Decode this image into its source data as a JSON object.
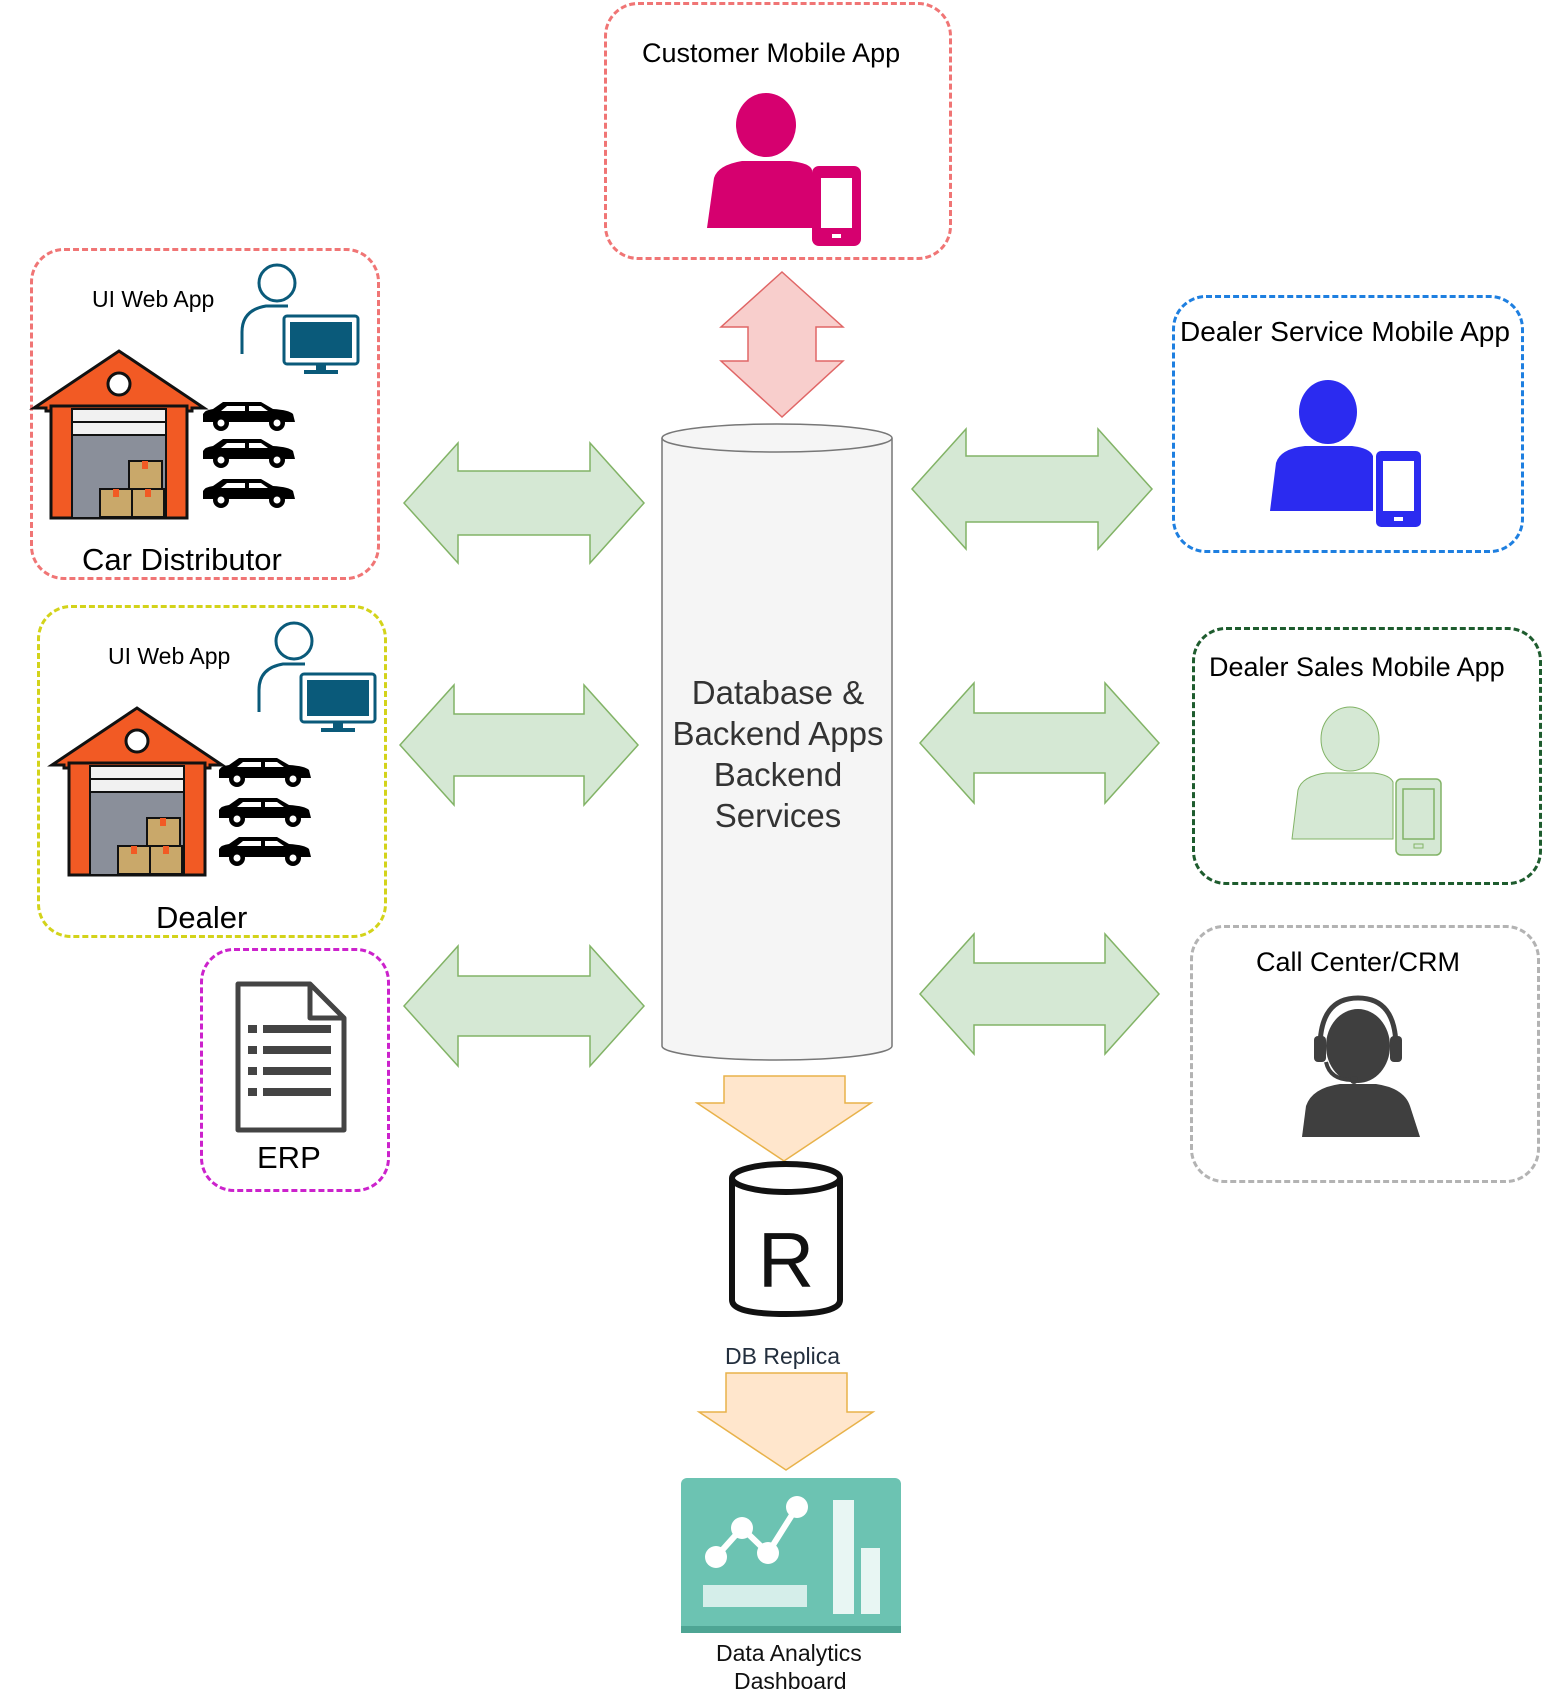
{
  "colors": {
    "customer_border": "#f07575",
    "distributor_border": "#f07575",
    "dealer_border": "#d3d31a",
    "erp_border": "#cc22cc",
    "service_border": "#1e7fe0",
    "sales_border": "#1e5c2e",
    "callcenter_border": "#b3b3b3",
    "arrow_green_fill": "#d5e8d4",
    "arrow_green_stroke": "#82b366",
    "arrow_pink_fill": "#f8cecc",
    "arrow_pink_stroke": "#e06666",
    "arrow_orange_fill": "#ffe6cc",
    "arrow_orange_stroke": "#e8b24a",
    "customer_icon": "#d6006f",
    "service_icon": "#2b2bf0",
    "sales_icon": "#d5e8d4",
    "dashboard_bg": "#6cc3b2"
  },
  "nodes": {
    "customer_app": {
      "title": "Customer Mobile App",
      "icon": "user-mobile-icon"
    },
    "car_distributor": {
      "web_label": "UI Web App",
      "title": "Car Distributor",
      "icon": "warehouse-icon"
    },
    "dealer": {
      "web_label": "UI Web App",
      "title": "Dealer",
      "icon": "warehouse-icon"
    },
    "erp": {
      "title": "ERP",
      "icon": "document-icon"
    },
    "service_app": {
      "title": "Dealer Service Mobile App",
      "icon": "user-mobile-icon"
    },
    "sales_app": {
      "title": "Dealer Sales Mobile App",
      "icon": "user-mobile-icon"
    },
    "call_center": {
      "title": "Call Center/CRM",
      "icon": "headset-agent-icon"
    },
    "database": {
      "lines": [
        "Database &",
        "Backend Apps",
        "Backend",
        "Services"
      ]
    },
    "db_replica": {
      "title": "DB Replica",
      "icon": "database-replica-icon"
    },
    "dashboard": {
      "title_line1": "Data Analytics",
      "title_line2": "Dashboard",
      "icon": "analytics-dashboard-icon"
    }
  }
}
